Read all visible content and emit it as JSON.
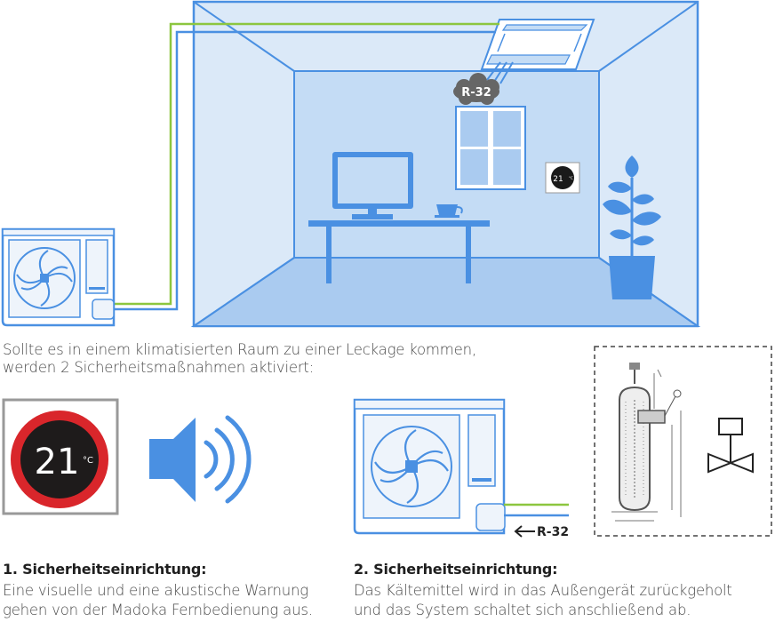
{
  "intro": {
    "line1": "Sollte es in einem klimatisierten Raum zu einer Leckage kommen,",
    "line2": "werden 2 Sicherheitsmaßnahmen aktiviert:"
  },
  "room": {
    "cassette_refrigerant_label": "R-32",
    "wall_controller_temp": "21",
    "wall_controller_unit": "°C"
  },
  "remote_display": {
    "temperature": "21",
    "unit": "°C"
  },
  "outdoor_unit_lower": {
    "refrigerant_label": "R-32"
  },
  "safety1": {
    "title": "1. Sicherheitseinrichtung:",
    "line1": "Eine visuelle und eine akustische Warnung",
    "line2": "gehen von der Madoka Fernbedienung aus."
  },
  "safety2": {
    "title": "2. Sicherheitseinrichtung:",
    "line1": "Das Kältemittel wird in das Außengerät zurückgeholt",
    "line2": "und das System schaltet sich anschließend ab."
  },
  "colors": {
    "line_blue": "#4a90e2",
    "room_fill": "#dbe9f8",
    "floor_fill": "#aacbf0",
    "pipe_green": "#8cc63f",
    "alert_red": "#d9262b"
  }
}
